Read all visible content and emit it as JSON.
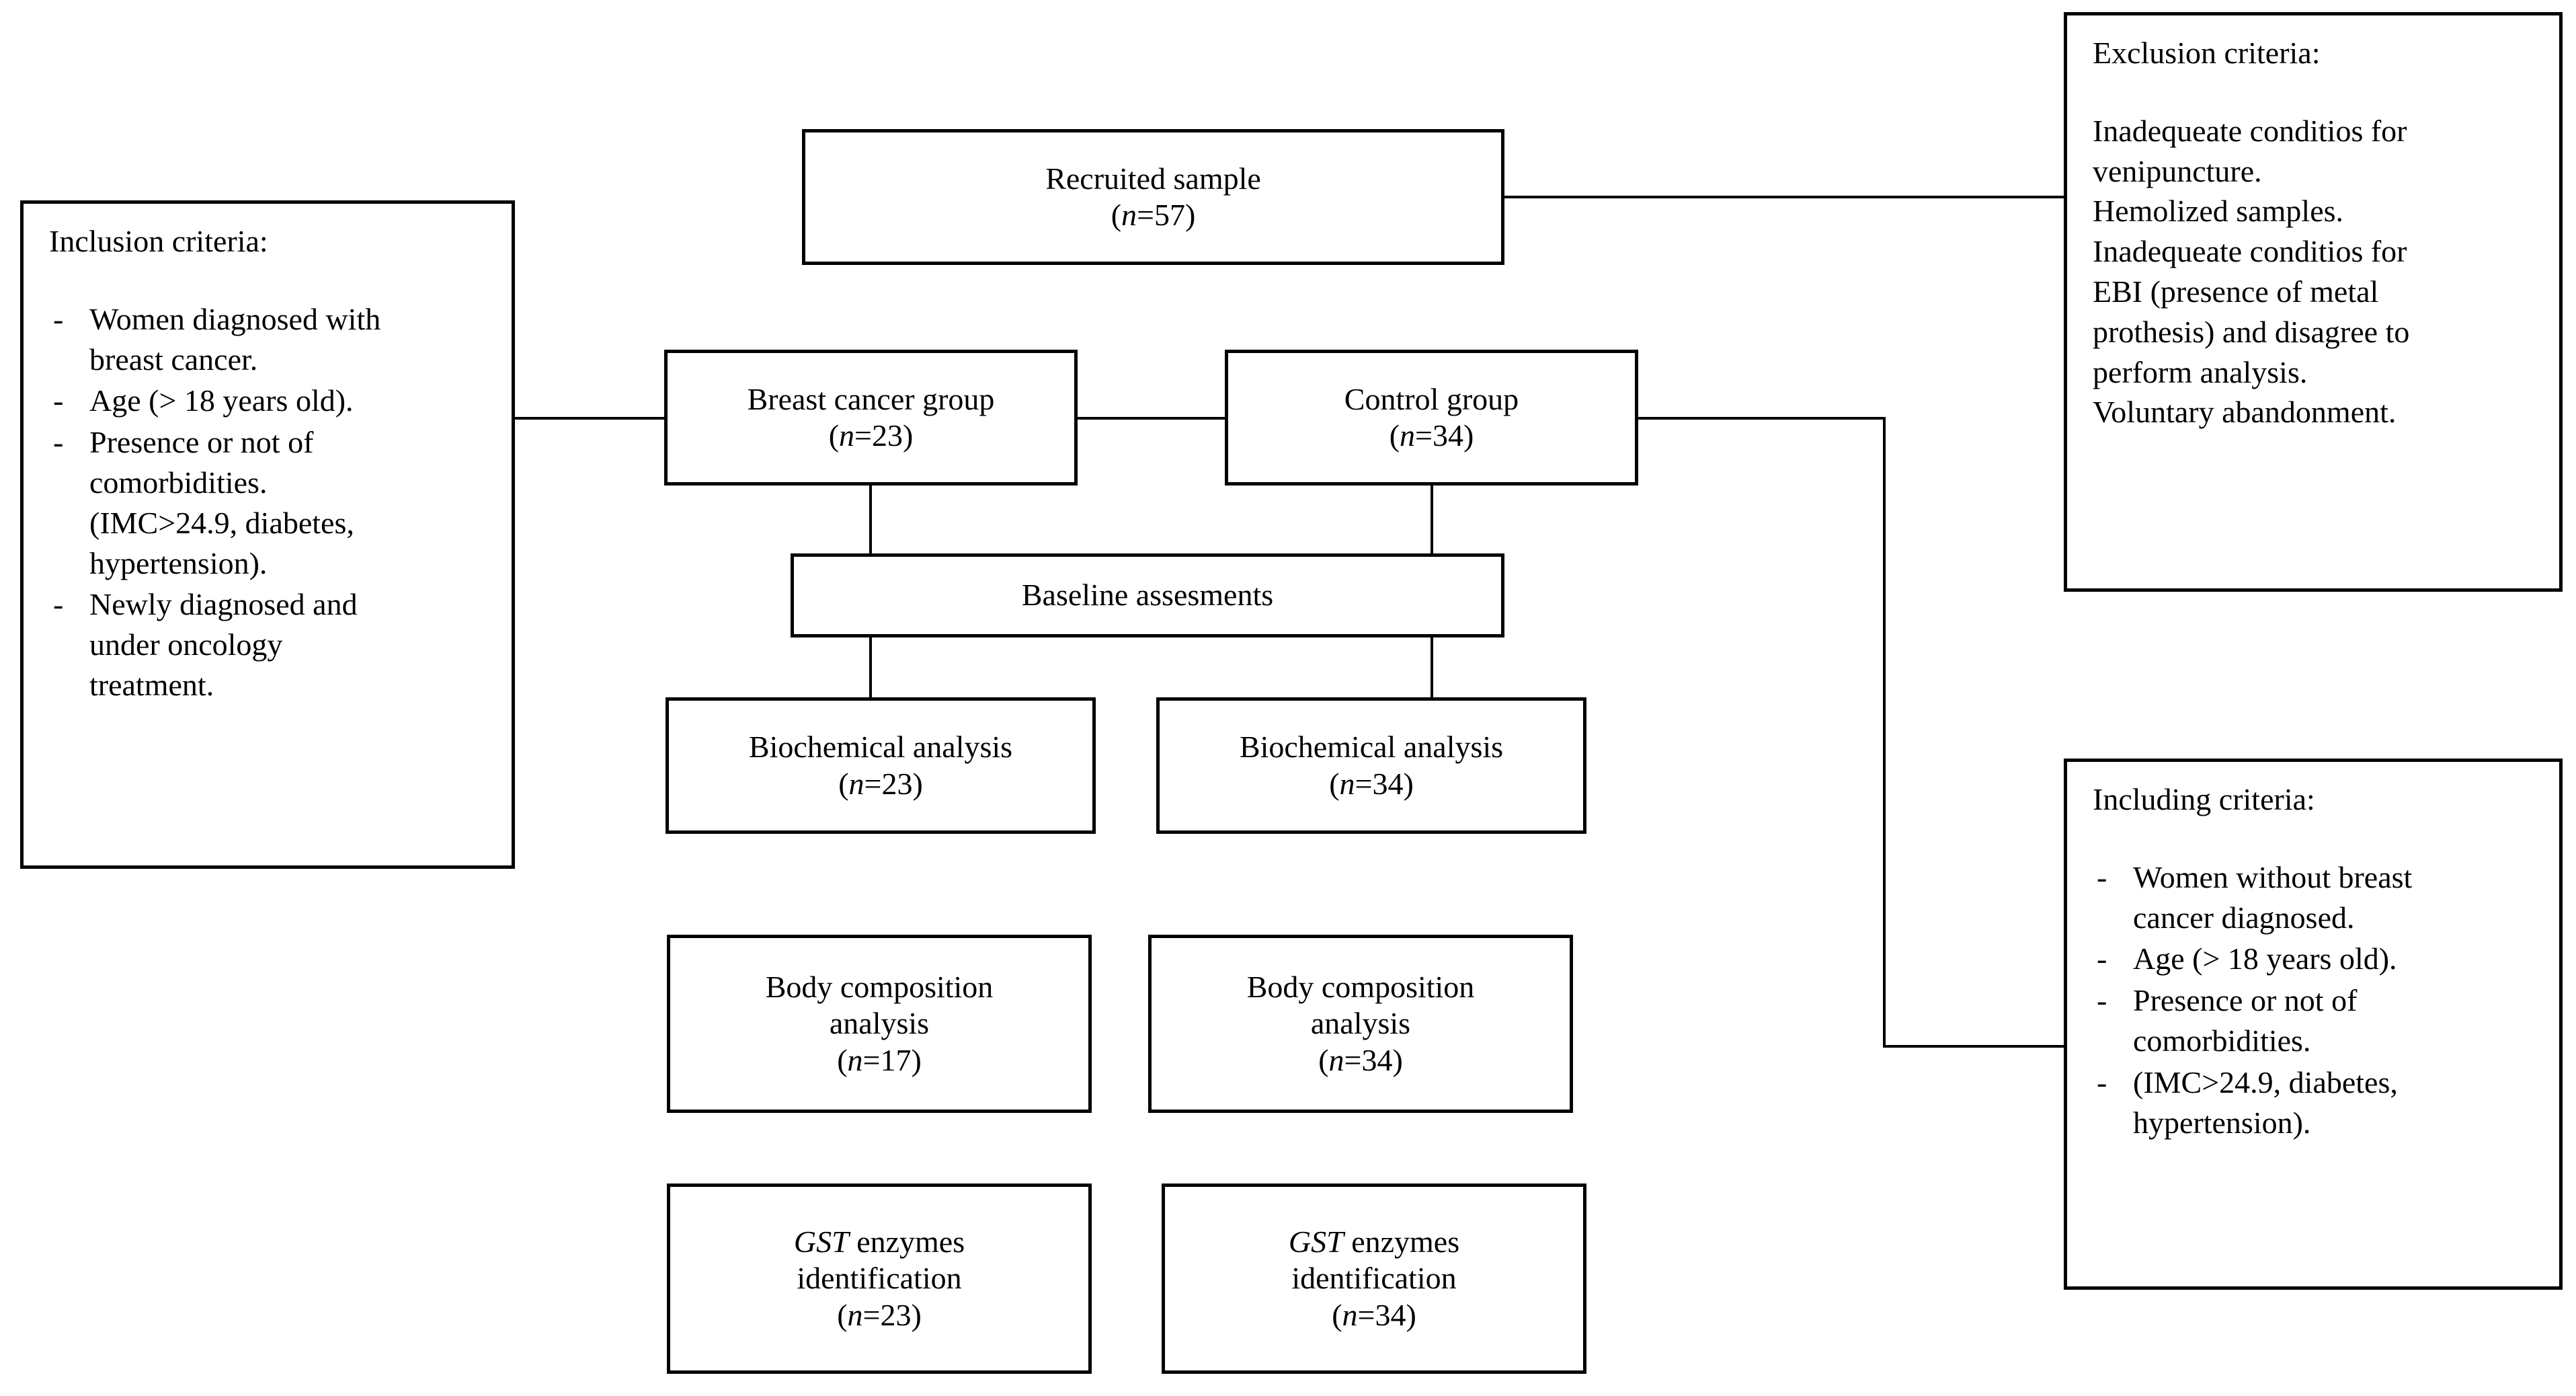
{
  "flow": {
    "recruited": {
      "title": "Recruited sample",
      "n": "(n=57)"
    },
    "breast_cancer_group": {
      "title": "Breast cancer group",
      "n": "(n=23)"
    },
    "control_group": {
      "title": "Control group",
      "n": "(n=34)"
    },
    "baseline": {
      "title": "Baseline assesments"
    },
    "biochemical_left": {
      "title": "Biochemical analysis",
      "n": "(n=23)"
    },
    "biochemical_right": {
      "title": "Biochemical analysis",
      "n": "(n=34)"
    },
    "body_composition_left": {
      "line1": "Body composition",
      "line2": "analysis",
      "n": "(n=17)"
    },
    "body_composition_right": {
      "line1": "Body composition",
      "line2": "analysis",
      "n": "(n=34)"
    },
    "gst_left": {
      "line1_em": "GST",
      "line1_rest": " enzymes",
      "line2": "identification",
      "n": "(n=23)"
    },
    "gst_right": {
      "line1_em": "GST",
      "line1_rest": " enzymes",
      "line2": "identification",
      "n": "(n=34)"
    }
  },
  "inclusion": {
    "title": "Inclusion criteria:",
    "items": [
      {
        "text": "Women diagnosed with",
        "cont": [
          "breast cancer."
        ]
      },
      {
        "text": "Age (> 18 years old).",
        "cont": []
      },
      {
        "text": "Presence or not of",
        "cont": [
          "comorbidities.",
          "(IMC>24.9, diabetes,",
          "hypertension)."
        ]
      },
      {
        "text": "Newly diagnosed and",
        "cont": [
          "under oncology",
          "treatment."
        ]
      }
    ]
  },
  "exclusion": {
    "title": "Exclusion criteria:",
    "lines": [
      "Inadequeate conditios for",
      "venipuncture.",
      "Hemolized samples.",
      "Inadequeate conditios for",
      "EBI (presence of metal",
      "prothesis) and disagree to",
      "perform analysis.",
      "Voluntary abandonment."
    ]
  },
  "including": {
    "title": "Including criteria:",
    "items": [
      {
        "text": "Women without breast",
        "cont": [
          "cancer diagnosed."
        ]
      },
      {
        "text": "Age (> 18 years old).",
        "cont": []
      },
      {
        "text": "Presence or not of",
        "cont": [
          "comorbidities."
        ]
      },
      {
        "text": "(IMC>24.9, diabetes,",
        "cont": [
          "hypertension)."
        ]
      }
    ]
  },
  "colors": {
    "stroke": "#000000",
    "background": "#ffffff"
  }
}
